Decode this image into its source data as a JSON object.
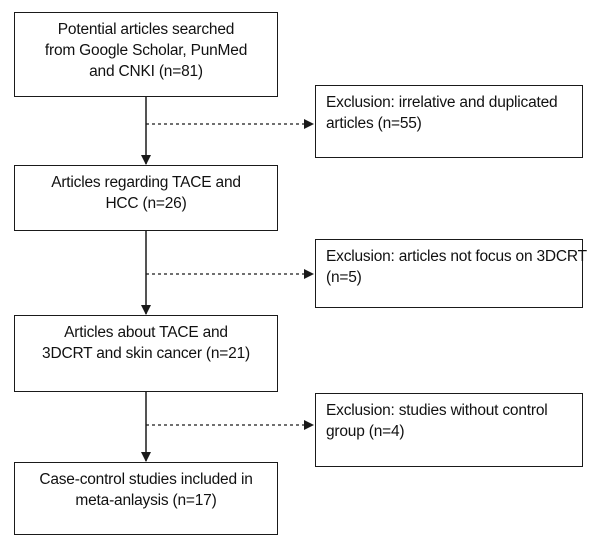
{
  "flowchart": {
    "main_steps": [
      {
        "lines": [
          "Potential articles searched",
          "from Google Scholar, PunMed",
          "and CNKI (n=81)"
        ]
      },
      {
        "lines": [
          "Articles regarding TACE and",
          "HCC (n=26)"
        ]
      },
      {
        "lines": [
          "Articles about TACE and",
          "3DCRT and skin cancer (n=21)"
        ]
      },
      {
        "lines": [
          "Case-control studies included in",
          "meta-anlaysis (n=17)"
        ]
      }
    ],
    "exclusions": [
      {
        "lines": [
          "Exclusion: irrelative and duplicated",
          "articles (n=55)"
        ]
      },
      {
        "lines": [
          "Exclusion: articles not focus on 3DCRT",
          "(n=5)"
        ]
      },
      {
        "lines": [
          "Exclusion: studies without control",
          "group (n=4)"
        ]
      }
    ]
  }
}
